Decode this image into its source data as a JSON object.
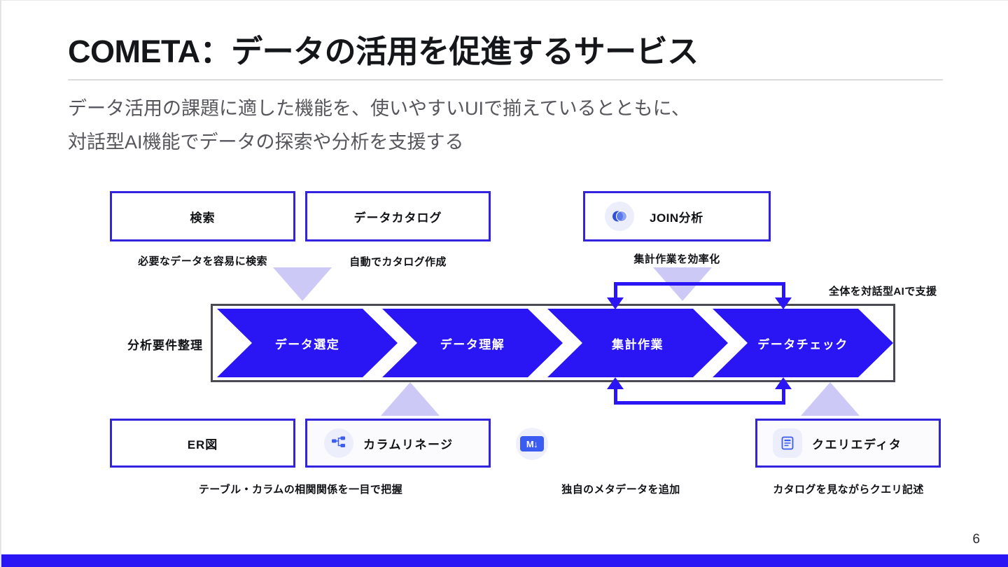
{
  "slide": {
    "title": "COMETA：データの活用を促進するサービス",
    "subtitle_lines": [
      "データ活用の課題に適した機能を、使いやすいUIで揃えているとともに、",
      "対話型AI機能でデータの探索や分析を支援する"
    ],
    "page_number": "6",
    "accent_color": "#2a16f5",
    "box_border_color": "#3223de",
    "band_border_color": "#4a4a52",
    "triangle_color": "#cdc9f6"
  },
  "top_features": [
    {
      "label": "検索",
      "caption": "必要なデータを容易に検索",
      "icon": null
    },
    {
      "label": "データカタログ",
      "caption": "自動でカタログ作成",
      "icon": null
    },
    {
      "label": "JOIN分析",
      "caption": "集計作業を効率化",
      "icon": "venn-circles-icon"
    }
  ],
  "bottom_features": [
    {
      "label": "ER図",
      "caption": "テーブル・カラムの相関関係を一目で把握",
      "icon": null
    },
    {
      "label": "カラムリネージ",
      "caption": "",
      "icon": "lineage-tree-icon"
    },
    {
      "label": "",
      "caption": "独自のメタデータを追加",
      "icon": "markdown-icon"
    },
    {
      "label": "クエリエディタ",
      "caption": "カタログを見ながらクエリ記述",
      "icon": "document-lines-icon"
    }
  ],
  "process": {
    "pre_stage_label": "分析要件整理",
    "stages": [
      "データ選定",
      "データ理解",
      "集計作業",
      "データチェック"
    ]
  },
  "ai_note": "全体を対話型AIで支援"
}
